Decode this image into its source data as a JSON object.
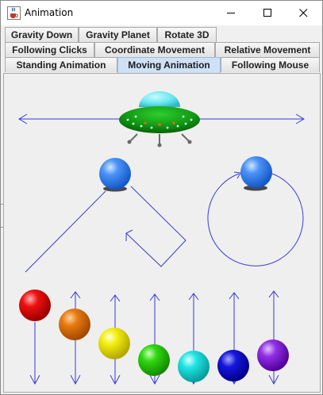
{
  "window": {
    "title": "Animation"
  },
  "tabs": {
    "row1": [
      "Gravity Down",
      "Gravity Planet",
      "Rotate 3D"
    ],
    "row2": [
      "Following Clicks",
      "Coordinate Movement",
      "Relative Movement"
    ],
    "row3": [
      "Standing Animation",
      "Moving Animation",
      "Following Mouse"
    ],
    "selected": "Moving Animation"
  },
  "colors": {
    "arrow": "#3a3ad8",
    "ufo_hull": "#129a12",
    "ufo_dome": "#66e6ef",
    "ball_blue": "#3a86f5",
    "selected_tab": "#cfe1f7",
    "balls": [
      "#e00000",
      "#e36c00",
      "#e8e800",
      "#25d100",
      "#1fe0e0",
      "#1010d6",
      "#8a20e0"
    ]
  },
  "icons": {
    "app": "java-cup-icon",
    "minimize": "minimize-icon",
    "maximize": "maximize-icon",
    "close": "close-icon"
  }
}
